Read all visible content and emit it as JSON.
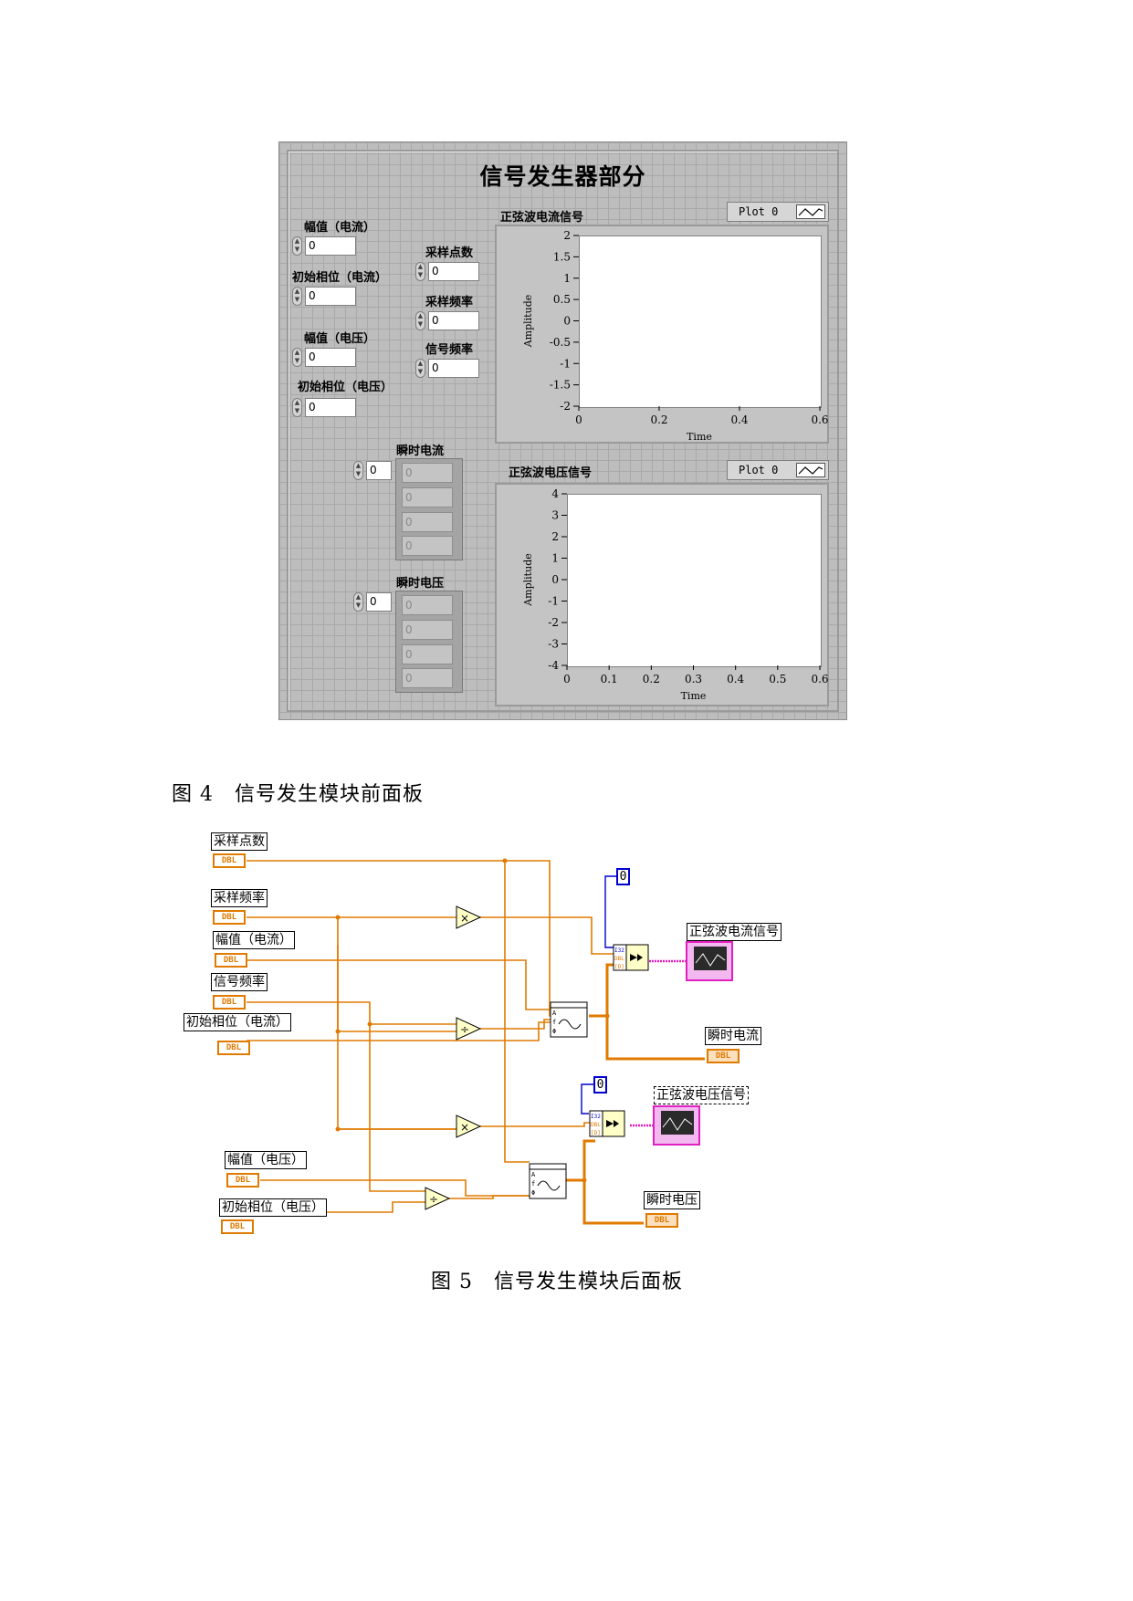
{
  "front_panel": {
    "title": "信号发生器部分",
    "controls": [
      {
        "label": "幅值（电流）",
        "value": "0"
      },
      {
        "label": "初始相位（电流）",
        "value": "0"
      },
      {
        "label": "幅值（电压）",
        "value": "0"
      },
      {
        "label": "初始相位（电压）",
        "value": "0"
      },
      {
        "label": "采样点数",
        "value": "0"
      },
      {
        "label": "采样频率",
        "value": "0"
      },
      {
        "label": "信号频率",
        "value": "0"
      }
    ],
    "arrays": [
      {
        "label": "瞬时电流",
        "index": "0",
        "cells": [
          "0",
          "0",
          "0",
          "0"
        ]
      },
      {
        "label": "瞬时电压",
        "index": "0",
        "cells": [
          "0",
          "0",
          "0",
          "0"
        ]
      }
    ],
    "graphs": [
      {
        "title": "正弦波电流信号",
        "legend": "Plot 0",
        "chart_data": {
          "type": "line",
          "xlabel": "Time",
          "ylabel": "Amplitude",
          "xlim": [
            0,
            0.6
          ],
          "ylim": [
            -2,
            2
          ],
          "x_ticks": [
            "0",
            "0.2",
            "0.4",
            "0.6"
          ],
          "y_ticks": [
            "2",
            "1.5",
            "1",
            "0.5",
            "0",
            "-0.5",
            "-1",
            "-1.5",
            "-2"
          ],
          "series": [
            {
              "name": "Plot 0",
              "values": []
            }
          ]
        }
      },
      {
        "title": "正弦波电压信号",
        "legend": "Plot 0",
        "chart_data": {
          "type": "line",
          "xlabel": "Time",
          "ylabel": "Amplitude",
          "xlim": [
            0,
            0.6
          ],
          "ylim": [
            -4,
            4
          ],
          "x_ticks": [
            "0",
            "0.1",
            "0.2",
            "0.3",
            "0.4",
            "0.5",
            "0.6"
          ],
          "y_ticks": [
            "4",
            "3",
            "2",
            "1",
            "0",
            "-1",
            "-2",
            "-3",
            "-4"
          ],
          "series": [
            {
              "name": "Plot 0",
              "values": []
            }
          ]
        }
      }
    ]
  },
  "caption_fig4": "图 4　信号发生模块前面板",
  "block_diagram": {
    "inputs": [
      {
        "label": "采样点数",
        "type": "DBL"
      },
      {
        "label": "采样频率",
        "type": "DBL"
      },
      {
        "label": "幅值（电流）",
        "type": "DBL"
      },
      {
        "label": "信号频率",
        "type": "DBL"
      },
      {
        "label": "初始相位（电流）",
        "type": "DBL"
      },
      {
        "label": "幅值（电压）",
        "type": "DBL"
      },
      {
        "label": "初始相位（电压）",
        "type": "DBL"
      }
    ],
    "constants": [
      "0",
      "0"
    ],
    "bundle_terminals": [
      "I32",
      "DBL",
      "[DBL]"
    ],
    "graph_indicators": [
      "正弦波电流信号",
      "正弦波电压信号"
    ],
    "outputs": [
      {
        "label": "瞬时电流",
        "type": "DBL"
      },
      {
        "label": "瞬时电压",
        "type": "DBL"
      }
    ],
    "operators": [
      "×",
      "÷",
      "×",
      "÷"
    ],
    "sine_pins": [
      "A",
      "f",
      "Φ"
    ]
  },
  "caption_fig5": "图 5　信号发生模块后面板",
  "colors": {
    "wire_orange": "#e07a00",
    "wire_pink": "#e020c0",
    "const_blue": "#0000d0",
    "panel_gray": "#bdbdbd"
  }
}
